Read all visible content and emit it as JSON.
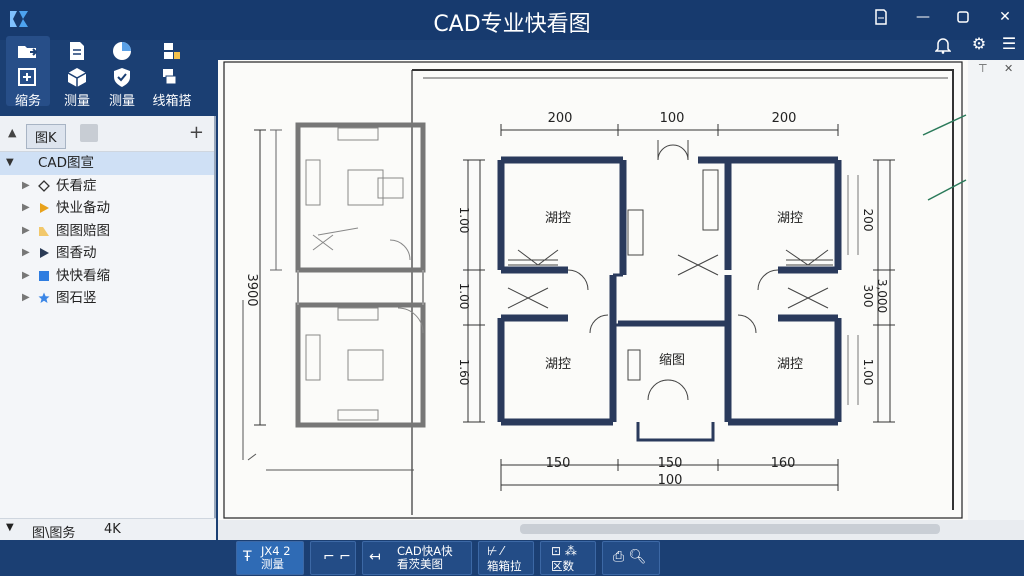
{
  "app": {
    "title": "CAD专业快看图",
    "logo": "CAD-logo-icon"
  },
  "window_controls": [
    "bookmark-icon",
    "minimize-icon",
    "maximize-icon",
    "close-icon"
  ],
  "right_tools": [
    "bell-icon",
    "gear-icon",
    "menu-icon"
  ],
  "ribbon": {
    "buttons": [
      {
        "label": "缩务",
        "icon": "zoom-icon"
      },
      {
        "label": "测量",
        "icon": "measure-icon"
      },
      {
        "label": "测量",
        "icon": "shield-icon"
      },
      {
        "label": "线箱搭",
        "icon": "layers-icon"
      }
    ]
  },
  "left_panel": {
    "tab": "图K",
    "tree_root": "CAD图宣",
    "tree_items": [
      {
        "label": "仸看症",
        "icon": "outline-icon"
      },
      {
        "label": "快业备动",
        "icon": "play-icon"
      },
      {
        "label": "图图赔图",
        "icon": "folder-icon"
      },
      {
        "label": "图香动",
        "icon": "play-dark-icon"
      },
      {
        "label": "快快看缩",
        "icon": "square-icon"
      },
      {
        "label": "图石竖",
        "icon": "star-icon"
      }
    ],
    "footer": {
      "left": "图\\图务",
      "right": "4K"
    }
  },
  "drawing": {
    "left_plan": {
      "height_label": "3900"
    },
    "main_plan": {
      "top_dims": [
        "200",
        "100",
        "200"
      ],
      "bottom_dims": [
        "150",
        "150",
        "160"
      ],
      "bottom_total": "100",
      "left_dims": [
        "1.00",
        "1.00",
        "1.60"
      ],
      "right_dims": [
        "200",
        "300",
        "1.00"
      ],
      "right_total": "3,000",
      "rooms": [
        "湖控",
        "湖控",
        "湖控",
        "缩图",
        "湖控"
      ]
    }
  },
  "bottom_toolbar": [
    {
      "line1": "JX4 2",
      "line2": "测量",
      "icon": "text-icon"
    },
    {
      "line1": "",
      "line2": "",
      "icon": "lines-icon"
    },
    {
      "line1": "CAD快A快",
      "line2": "看茨美图",
      "icon": "back-arrow-icon"
    },
    {
      "line1": "",
      "line2": "箱箱拉",
      "icon": "tools-icon"
    },
    {
      "line1": "",
      "line2": "区数",
      "icon": "view-icon"
    },
    {
      "line1": "",
      "line2": "",
      "icon": "search-icon"
    }
  ]
}
